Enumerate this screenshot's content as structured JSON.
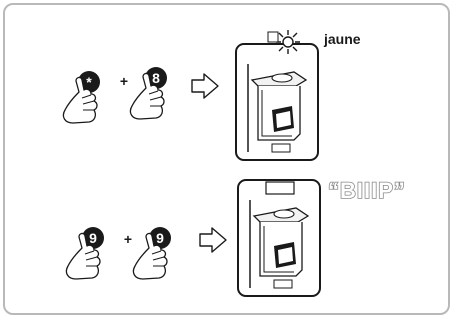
{
  "steps": [
    {
      "keys": [
        "*",
        "8"
      ],
      "plus": "+",
      "result_label": "jaune",
      "indicator": "yellow-light-blinking"
    },
    {
      "keys": [
        "9",
        "9"
      ],
      "plus": "+",
      "result_label": "“BIIIP”",
      "indicator": "beep"
    }
  ],
  "icons": [
    "finger-press-icon",
    "arrow-right-icon",
    "detector-device-icon",
    "light-burst-icon"
  ]
}
